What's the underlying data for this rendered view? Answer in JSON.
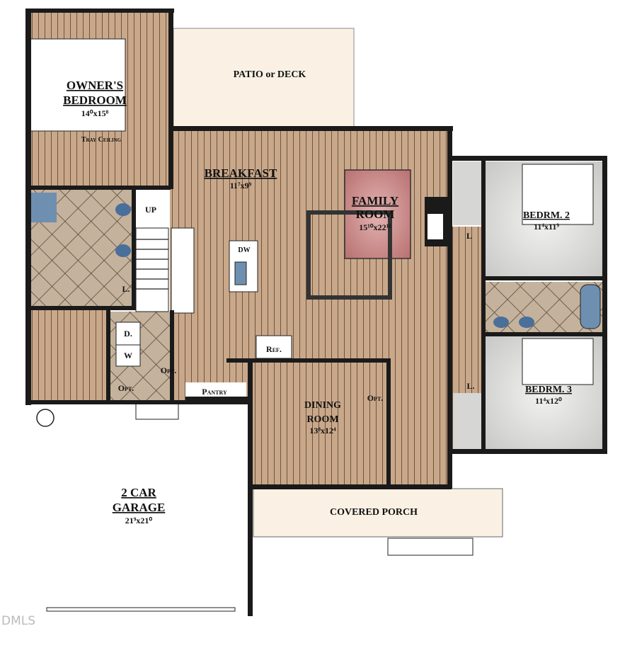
{
  "rooms": {
    "owners_bedroom": {
      "name_line1": "OWNER'S",
      "name_line2": "BEDROOM",
      "dims": "14⁰x15⁸",
      "note": "Tray Ceiling"
    },
    "patio": {
      "name": "PATIO or DECK"
    },
    "breakfast": {
      "name": "BREAKFAST",
      "dims": "11⁷x9⁹"
    },
    "family_room": {
      "name_line1": "FAMILY",
      "name_line2": "ROOM",
      "dims": "15¹⁰x22¹¹"
    },
    "bedroom2": {
      "name": "BEDRM. 2",
      "dims": "11⁴x11⁹"
    },
    "bedroom3": {
      "name": "BEDRM. 3",
      "dims": "11⁴x12⁰"
    },
    "dining_room": {
      "name_line1": "DINING",
      "name_line2": "ROOM",
      "dims": "13⁸x12⁴"
    },
    "garage": {
      "name_line1": "2 CAR",
      "name_line2": "GARAGE",
      "dims": "21⁹x21⁰"
    },
    "covered_porch": {
      "name": "COVERED PORCH"
    },
    "pantry": {
      "name": "Pantry"
    }
  },
  "fixtures": {
    "up": "UP",
    "dw": "DW",
    "ref": "Ref.",
    "dryer": "D.",
    "washer": "W",
    "linen_master": "L.",
    "linen_bed2": "L",
    "linen_bed3": "L.",
    "opt_laundry": "Opt.",
    "opt_closet": "Opt.",
    "opt_dining": "Opt."
  },
  "watermark": "DMLS",
  "colors": {
    "wood": "#c9a88a",
    "patio": "#faf1e4",
    "bedroom": "#dcdcda",
    "tile": "#c2b09a",
    "rug": "#c48686",
    "wall": "#1a1a1a"
  }
}
